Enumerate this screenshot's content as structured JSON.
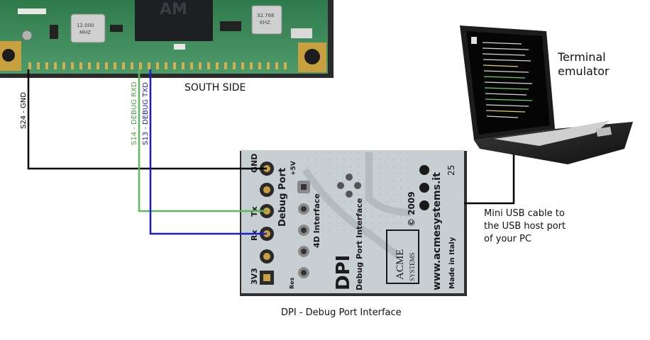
{
  "labels": {
    "south_side": "SOUTH SIDE",
    "gnd_wire": "S24 - GND",
    "rxd_wire": "S14 - DEBUG RXD",
    "txd_wire": "S13 - DEBUG TXD",
    "terminal_line1": "Terminal",
    "terminal_line2": "emulator",
    "usb_line1": "Mini USB cable to",
    "usb_line2": "the USB host port",
    "usb_line3": "of your PC",
    "dpi_caption": "DPI - Debug Port Interface"
  },
  "board": {
    "gnd": "GND",
    "debug_port": "Debug Port",
    "tx": "Tx",
    "rx": "Rx",
    "v33": "3V3",
    "plus5v": "+5V",
    "interface_4d": "4D Interface",
    "res": "Res",
    "dpi": "DPI",
    "dpi_sub": "Debug Port Interface",
    "year": "© 2009",
    "acme": "ACME",
    "systems": "SYSTEMS",
    "url": "www.acmesystems.it",
    "made_in": "Made in Italy",
    "number": "25"
  },
  "module": {
    "chip_label": "AM",
    "crystal1_line1": "12.000",
    "crystal1_line2": "MHZ",
    "crystal2_line1": "32.768",
    "crystal2_line2": "KHZ"
  },
  "colors": {
    "gnd_wire": "#000000",
    "rxd_wire": "#5db85b",
    "txd_wire": "#1a1ad0",
    "pcb_green": "#3f8a5a",
    "dpi_board": "#c8cfd2"
  }
}
